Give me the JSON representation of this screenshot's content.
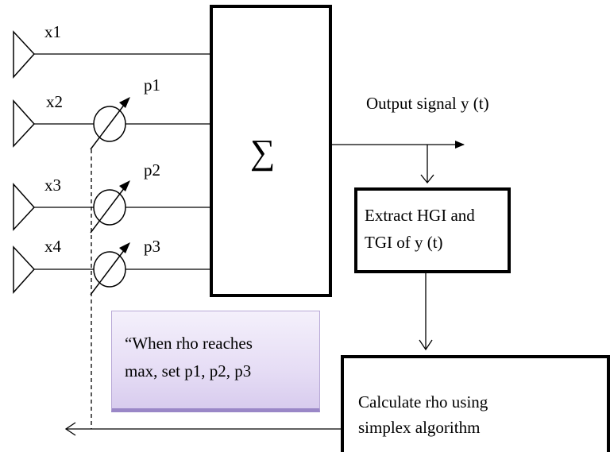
{
  "inputs": [
    {
      "label": "x1"
    },
    {
      "label": "x2"
    },
    {
      "label": "x3"
    },
    {
      "label": "x4"
    }
  ],
  "phase_shifters": [
    {
      "label": "p1"
    },
    {
      "label": "p2"
    },
    {
      "label": "p3"
    }
  ],
  "summer": {
    "symbol": "∑"
  },
  "output": {
    "label": "Output signal y (t)"
  },
  "extract_block": {
    "line1": "Extract HGI and",
    "line2": "TGI of y (t)"
  },
  "calc_block": {
    "line1": "Calculate rho using",
    "line2": "simplex algorithm"
  },
  "note": {
    "line1": "“When rho reaches",
    "line2": "max, set p1, p2, p3"
  }
}
